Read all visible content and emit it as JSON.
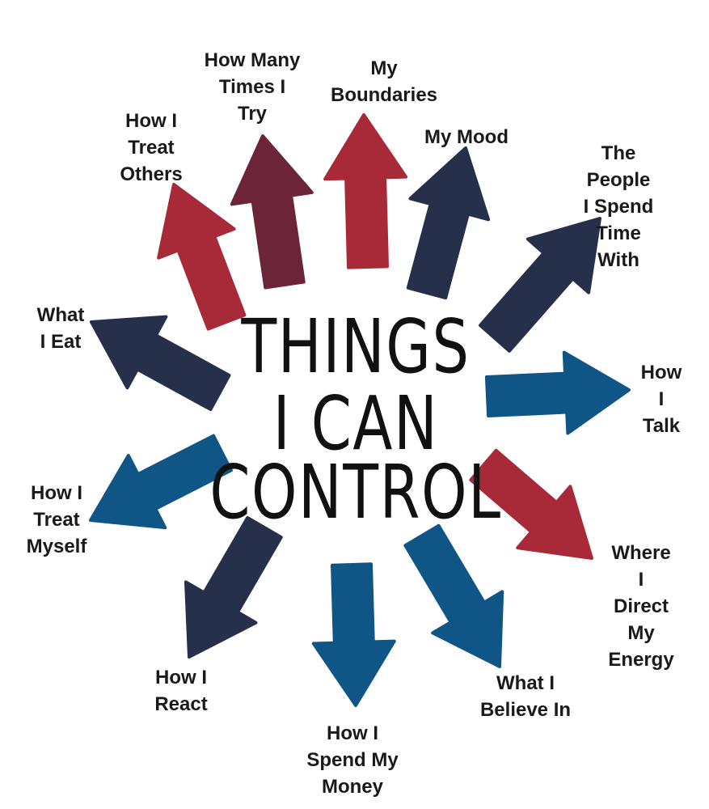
{
  "title_lines": [
    "THINGS",
    "I CAN",
    "CONTROL"
  ],
  "colors": {
    "red": "#a82a38",
    "maroon": "#6c2438",
    "navy": "#26304a",
    "blue": "#0f5686"
  },
  "items": [
    {
      "label": "How I\nTreat\nOthers",
      "color": "red"
    },
    {
      "label": "How Many\nTimes I\nTry",
      "color": "maroon"
    },
    {
      "label": "My\nBoundaries",
      "color": "red"
    },
    {
      "label": "My Mood",
      "color": "navy"
    },
    {
      "label": "The People\nI Spend\nTime With",
      "color": "navy"
    },
    {
      "label": "How I\nTalk",
      "color": "blue"
    },
    {
      "label": "Where I\nDirect My\nEnergy",
      "color": "red"
    },
    {
      "label": "What I\nBelieve In",
      "color": "blue"
    },
    {
      "label": "How I\nSpend My\nMoney",
      "color": "blue"
    },
    {
      "label": "How I\nReact",
      "color": "navy"
    },
    {
      "label": "How I\nTreat\nMyself",
      "color": "blue"
    },
    {
      "label": "What\nI Eat",
      "color": "navy"
    }
  ]
}
